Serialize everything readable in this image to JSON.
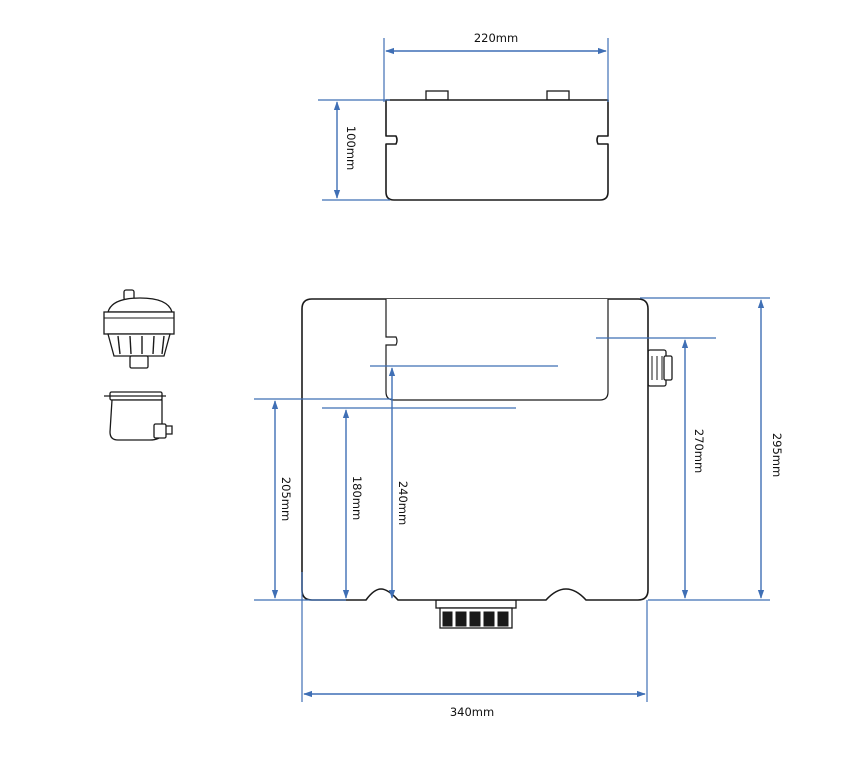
{
  "dimensions": {
    "top_width": "220mm",
    "top_height": "100mm",
    "overall_width": "340mm",
    "overall_height": "295mm",
    "outlet_height": "270mm",
    "inlet_height": "240mm",
    "water_level": "180mm",
    "overflow_height": "205mm"
  },
  "colors": {
    "dimension_line": "#3f6fb5",
    "outline": "#1a1a1a"
  },
  "icons": [
    "fill-valve-icon",
    "flush-valve-icon"
  ]
}
